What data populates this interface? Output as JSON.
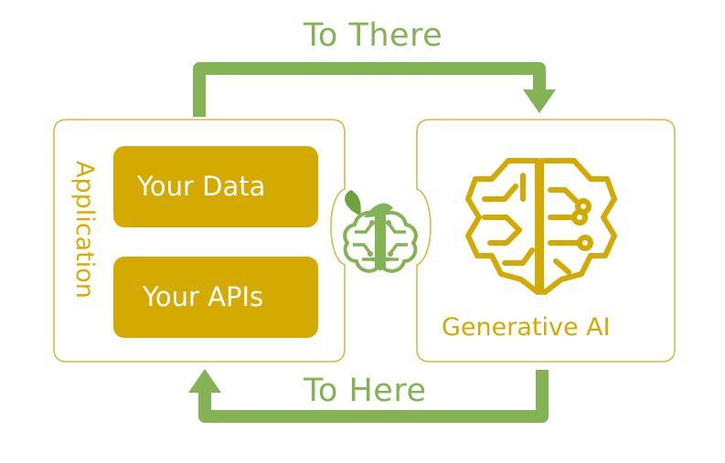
{
  "arrows": {
    "top_label": "To There",
    "bottom_label": "To Here"
  },
  "application_panel": {
    "title": "Application",
    "boxes": [
      {
        "label": "Your Data"
      },
      {
        "label": "Your APIs"
      }
    ]
  },
  "ai_panel": {
    "label": "Generative AI",
    "icon": "circuit-brain-icon"
  },
  "center_icon": "leaf-brain-icon",
  "colors": {
    "accent_green": "#84b356",
    "gold": "#d4a900",
    "panel_border": "#d8b84a",
    "white": "#ffffff"
  }
}
